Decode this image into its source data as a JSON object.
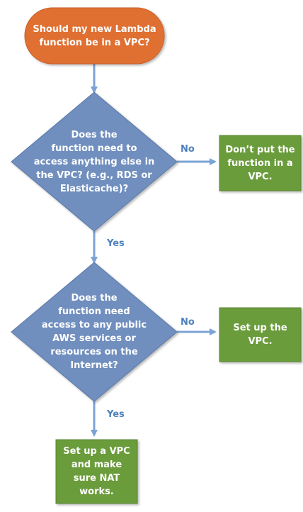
{
  "flowchart": {
    "start": {
      "text": "Should my new Lambda\nfunction be in a VPC?",
      "color": "#e07033"
    },
    "decision_1": {
      "text": "Does the\nfunction need to\naccess anything else in\nthe VPC? (e.g., RDS or\nElasticache)?",
      "color": "#6f8fbf"
    },
    "decision_2": {
      "text": "Does the\nfunction need\naccess to any public\nAWS services or\nresources on the\nInternet?",
      "color": "#6f8fbf"
    },
    "outcome_no_vpc": {
      "text": "Don’t put the\nfunction in a\nVPC.",
      "color": "#6b9c3b"
    },
    "outcome_setup_vpc": {
      "text": "Set up the\nVPC.",
      "color": "#6b9c3b"
    },
    "outcome_vpc_nat": {
      "text": "Set up a VPC\nand make\nsure NAT\nworks.",
      "color": "#6b9c3b"
    },
    "edge_labels": {
      "no_1": "No",
      "yes_1": "Yes",
      "no_2": "No",
      "yes_2": "Yes"
    },
    "colors": {
      "arrow": "#7ba3d4",
      "label": "#4f81bd"
    }
  }
}
